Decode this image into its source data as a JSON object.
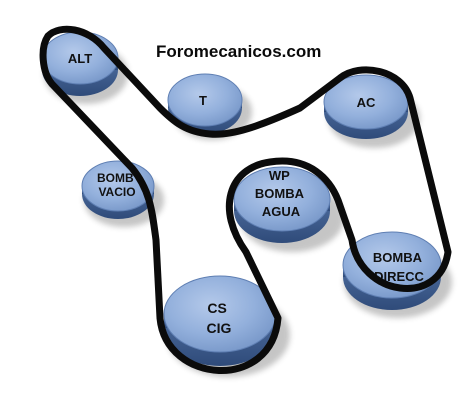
{
  "title": "Foromecanicos.com",
  "colors": {
    "belt": "#0b0b0b",
    "pulley_face": "#93b0dc",
    "pulley_side": "#4f6e9e",
    "pulley_edge": "#2e4a78"
  },
  "pulleys": {
    "alt": {
      "lines": [
        "ALT"
      ]
    },
    "t": {
      "lines": [
        "T"
      ]
    },
    "ac": {
      "lines": [
        "AC"
      ]
    },
    "bomb_vacio": {
      "lines": [
        "BOMB",
        "VACIO"
      ]
    },
    "wp": {
      "lines": [
        "WP",
        "BOMBA",
        "AGUA"
      ]
    },
    "bomba_direcc": {
      "lines": [
        "BOMBA",
        "DIRECC"
      ]
    },
    "cs_cig": {
      "lines": [
        "CS",
        "CIG"
      ]
    }
  }
}
